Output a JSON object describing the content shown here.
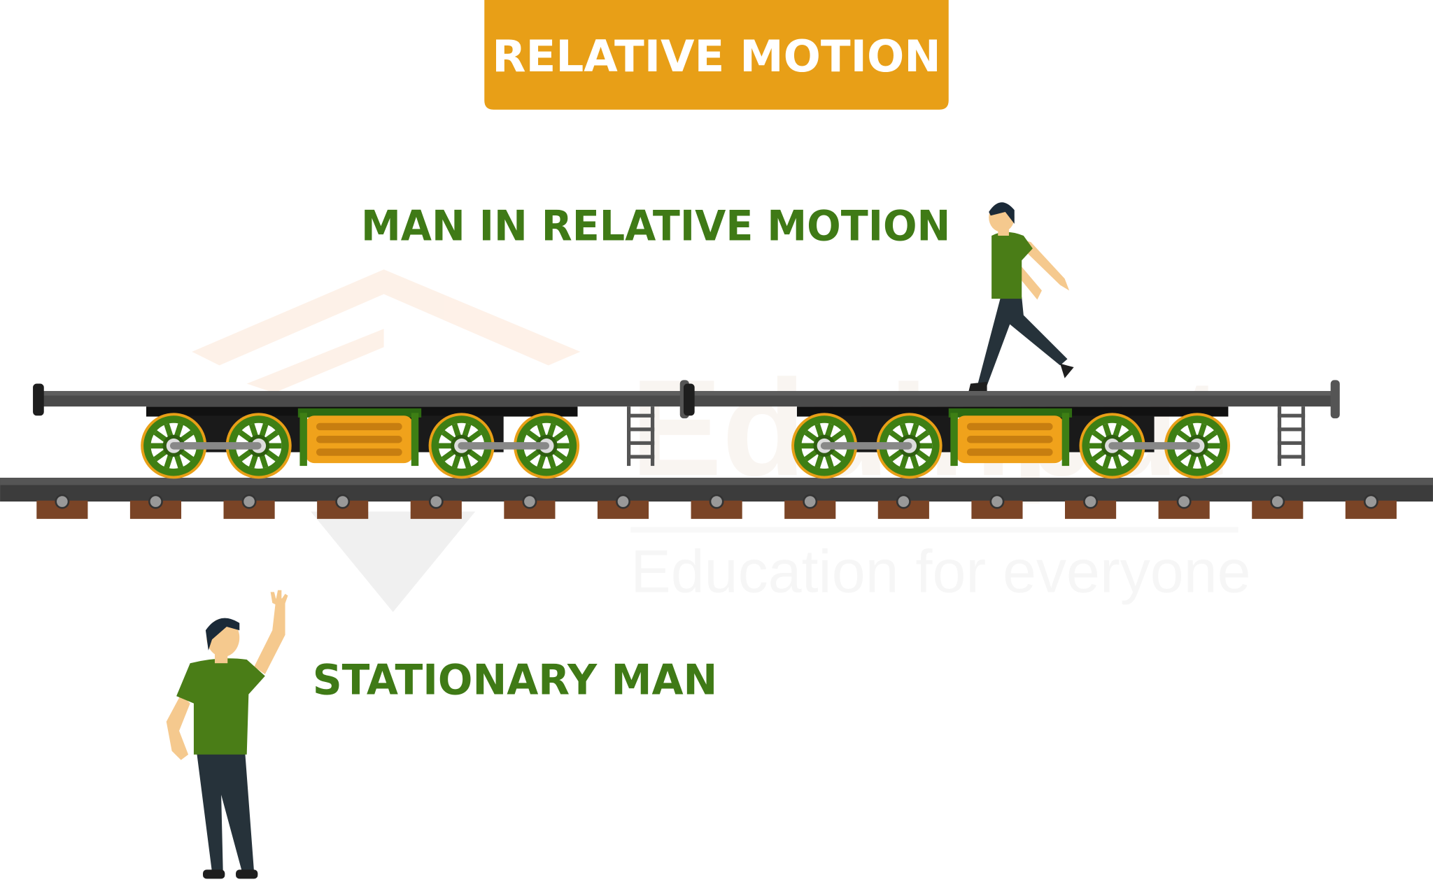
{
  "title": "RELATIVE MOTION",
  "labels": {
    "moving_man": "MAN IN RELATIVE MOTION",
    "stationary_man": "STATIONARY MAN"
  },
  "watermark": {
    "brand": "EduInput",
    "tagline": "Education for everyone"
  },
  "colors": {
    "banner": "#E89F17",
    "label_green": "#3F7A16",
    "shirt": "#4A7D17",
    "rail": "#3C3C3C",
    "sleeper": "#7A4426",
    "wheel_green": "#3E7F14",
    "cylinder": "#F0A21B"
  }
}
